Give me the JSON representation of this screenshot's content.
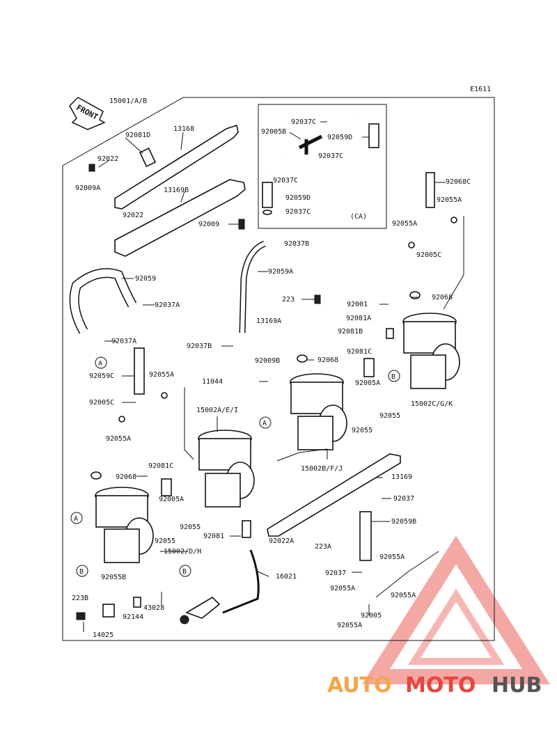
{
  "diagram_id": "E1611",
  "front_label": "FRONT",
  "inset_label": "(CA)",
  "circle_markers": [
    "A",
    "B"
  ],
  "labels": {
    "l15001": "15001/A/B",
    "l92081D": "92081D",
    "l13168": "13168",
    "l92022a": "92022",
    "l92009A": "92009A",
    "l13169B": "13169B",
    "l92022b": "92022",
    "l92009": "92009",
    "l92037C1": "92037C",
    "l92005B": "92005B",
    "l92059D1": "92059D",
    "l92037C2": "92037C",
    "l92037C3": "92037C",
    "l92059D2": "92059D",
    "l92037C4": "92037C",
    "l92068C": "92068C",
    "l92055A1": "92055A",
    "l92055A2": "92055A",
    "l92005C1": "92005C",
    "l92037B1": "92037B",
    "l92059A": "92059A",
    "l92059": "92059",
    "l92037A1": "92037A",
    "l223": "223",
    "l13169A": "13169A",
    "l92001": "92001",
    "l92081A": "92081A",
    "l92081B": "92081B",
    "l92068a": "92068",
    "l92037B2": "92037B",
    "l92037A2": "92037A",
    "l92068b": "92068",
    "l92081C1": "92081C",
    "l92009B": "92009B",
    "l92059C": "92059C",
    "l92055A3": "92055A",
    "l11044": "11044",
    "l92005A1": "92005A",
    "l92055a": "92055",
    "l15002CGK": "15002C/G/K",
    "l92005C2": "92005C",
    "l15002AEI": "15002A/E/I",
    "l92055A4": "92055A",
    "l92055b": "92055",
    "l15002BFJ": "15002B/F/J",
    "l92081C2": "92081C",
    "l92068c": "92068",
    "l13169": "13169",
    "l92005A2": "92005A",
    "l92037a": "92037",
    "l92055c": "92055",
    "l92059B": "92059B",
    "l92055d": "92055",
    "l92081": "92081",
    "l92022A": "92022A",
    "l223A": "223A",
    "l15002DH": "15002/D/H",
    "l92055A5": "92055A",
    "l92055B": "92055B",
    "l92037b": "92037",
    "l16021": "16021",
    "l92055A6": "92055A",
    "l223B": "223B",
    "l92144": "92144",
    "l43028": "43028",
    "l92005": "92005",
    "l92055A7": "92055A",
    "l14025": "14025"
  },
  "watermark": {
    "part1": "AUTO",
    "part2": "MOTO",
    "part3": "HUB",
    "colors": {
      "auto": "#f5a54a",
      "moto": "#e8453c",
      "hub": "#555555",
      "logo": "#e8453c"
    }
  }
}
